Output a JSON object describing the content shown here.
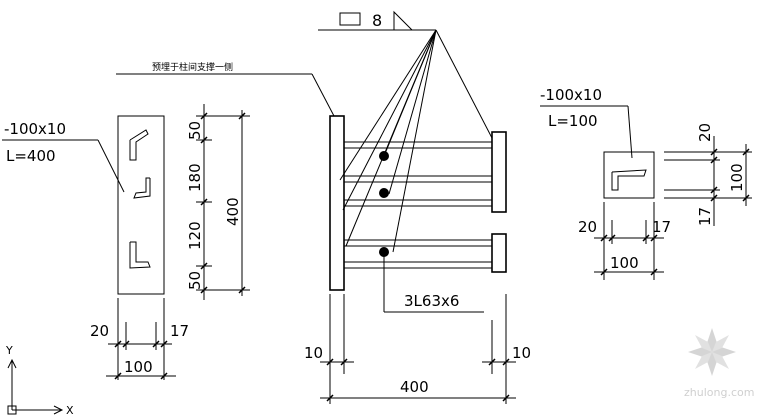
{
  "annotations": {
    "weld_symbol_size": "8",
    "embed_note": "预埋于柱间支撑一侧",
    "angle_spec": "3L63x6"
  },
  "left_plate": {
    "spec_line1": "-100x10",
    "spec_line2": "L=400",
    "dims_vertical": [
      "50",
      "180",
      "120",
      "50"
    ],
    "dim_total": "400",
    "dims_bottom_left": "20",
    "dims_bottom_right": "17",
    "dim_width": "100"
  },
  "center_elevation": {
    "dim_left": "10",
    "dim_right": "10",
    "dim_total": "400"
  },
  "right_plate": {
    "spec_line1": "-100x10",
    "spec_line2": "L=100",
    "dim_top": "20",
    "dim_mid": "100",
    "dim_bottom": "17",
    "dim_left": "20",
    "dim_right": "17",
    "dim_width": "100"
  },
  "ucs": {
    "y_label": "Y",
    "x_label": "X"
  },
  "watermark": {
    "site": "zhulong.com"
  }
}
